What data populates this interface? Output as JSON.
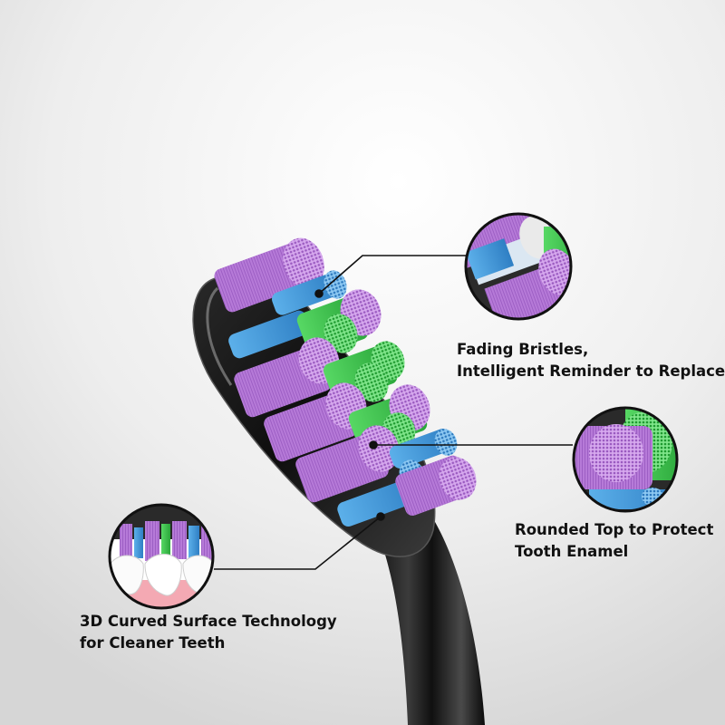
{
  "features": [
    {
      "id": "fading",
      "lines": [
        "Fading Bristles,",
        "Intelligent Reminder to Replace"
      ]
    },
    {
      "id": "rounded",
      "lines": [
        "Rounded Top to Protect",
        "Tooth Enamel"
      ]
    },
    {
      "id": "curved",
      "lines": [
        "3D Curved Surface Technology",
        "for Cleaner Teeth"
      ]
    }
  ],
  "colors": {
    "background": "#f3f3f3",
    "handle": "#1a1a1a",
    "bristle_purple": "#b678d6",
    "bristle_blue": "#3f97d8",
    "bristle_green": "#3cc44b",
    "gum_pink": "#f4a9b3",
    "caption_text": "#111111"
  },
  "icons": [
    "toothbrush-head-illustration",
    "fading-bristles-callout",
    "rounded-top-callout",
    "teeth-callout"
  ]
}
